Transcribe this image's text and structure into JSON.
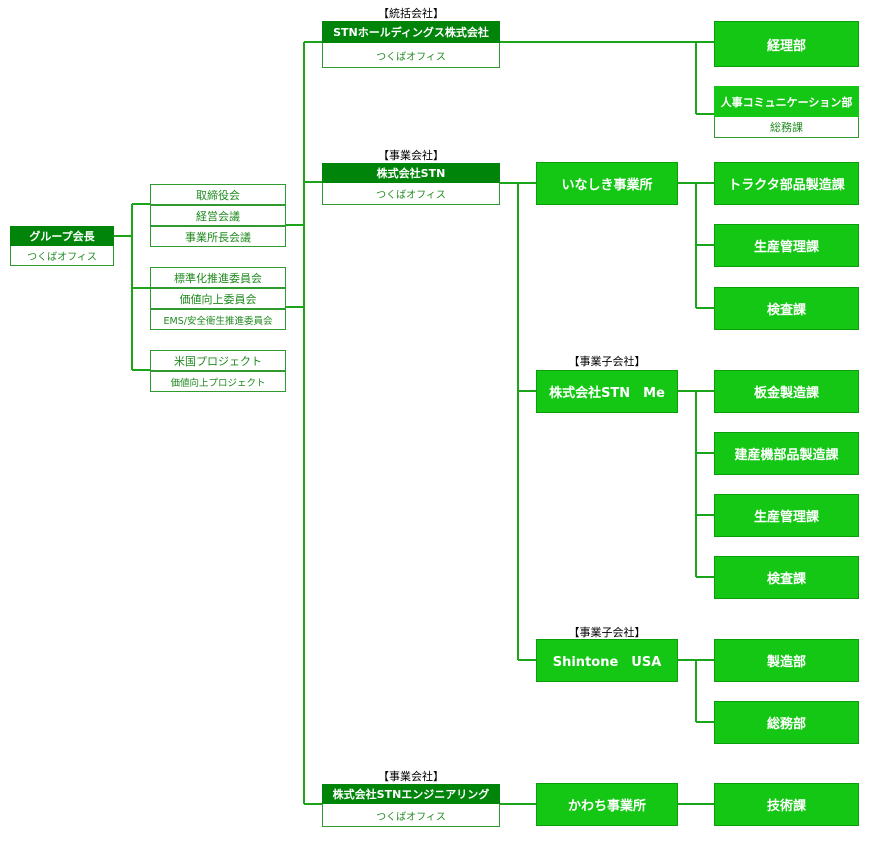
{
  "chairman": {
    "title": "グループ会長",
    "office": "つくばオフィス"
  },
  "committees": {
    "group1": [
      "取締役会",
      "経営会議",
      "事業所長会議"
    ],
    "group2": [
      "標準化推進委員会",
      "価値向上委員会",
      "EMS/安全衛生推進委員会"
    ],
    "group3": [
      "米国プロジェクト",
      "価値向上プロジェクト"
    ]
  },
  "holdings": {
    "tag": "【統括会社】",
    "name": "STNホールディングス株式会社",
    "office": "つくばオフィス"
  },
  "holdings_depts": {
    "keiri": "経理部",
    "jinji": "人事コミュニケーション部",
    "somu": "総務課"
  },
  "stn": {
    "tag": "【事業会社】",
    "name": "株式会社STN",
    "office": "つくばオフィス"
  },
  "inashiki": {
    "name": "いなしき事業所",
    "depts": [
      "トラクタ部品製造課",
      "生産管理課",
      "検査課"
    ]
  },
  "stn_me": {
    "tag": "【事業子会社】",
    "name": "株式会社STN　Me",
    "depts": [
      "板金製造課",
      "建産機部品製造課",
      "生産管理課",
      "検査課"
    ]
  },
  "shintone": {
    "tag": "【事業子会社】",
    "name": "Shintone　USA",
    "depts": [
      "製造部",
      "総務部"
    ]
  },
  "engineering": {
    "tag": "【事業会社】",
    "name": "株式会社STNエンジニアリング",
    "office": "つくばオフィス"
  },
  "kawachi": {
    "name": "かわち事業所",
    "depts": [
      "技術課"
    ]
  }
}
